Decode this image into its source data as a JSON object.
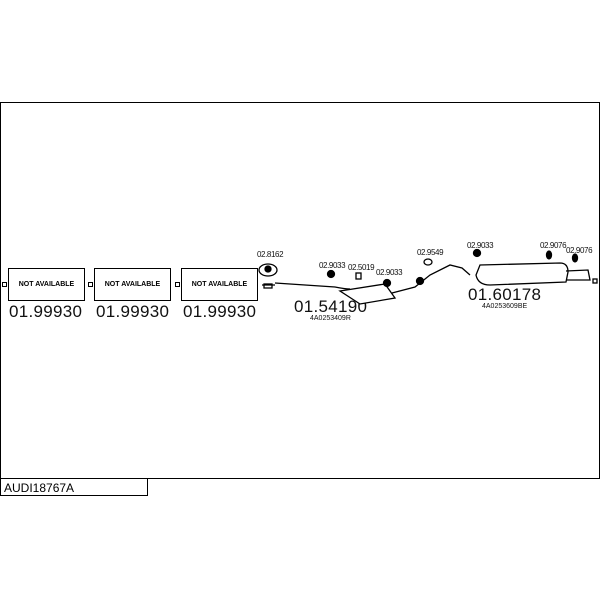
{
  "title": "AUDI18767A",
  "not_available": "NOT AVAILABLE",
  "parts": [
    {
      "number": "01.99930"
    },
    {
      "number": "01.99930"
    },
    {
      "number": "01.99930"
    },
    {
      "number": "01.54190",
      "oe": "4A0253409R"
    },
    {
      "number": "01.60178",
      "oe": "4A0253609BE"
    }
  ],
  "accessories": [
    "02.8162",
    "02.9033",
    "02.5019",
    "02.9033",
    "02.9549",
    "02.9033",
    "02.9076",
    "02.9076"
  ]
}
